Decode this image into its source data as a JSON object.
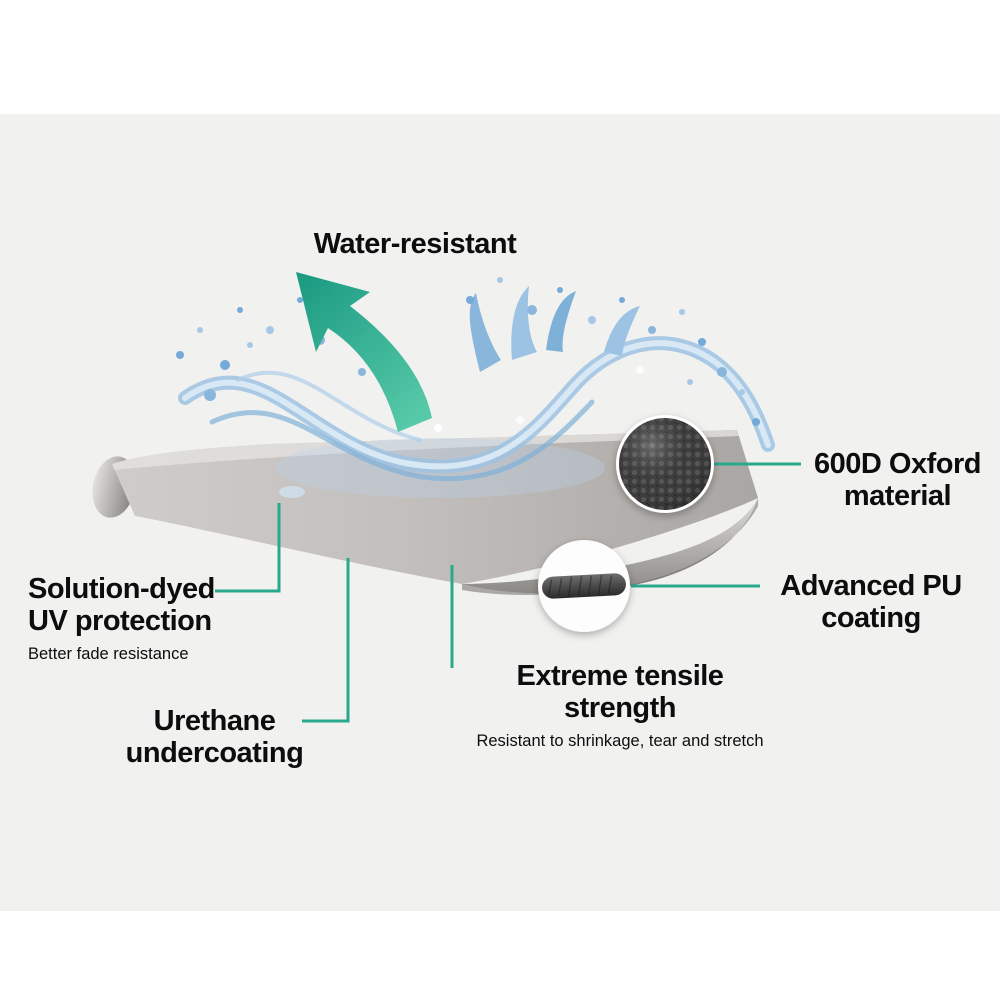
{
  "page": {
    "background": "#ffffff",
    "panel_background": "#f1f1ef",
    "accent_color": "#2aa88c",
    "water_color": "#7fb0d8",
    "fabric_color": "#b5b2af",
    "text_color": "#0d0d0d"
  },
  "callouts": {
    "water_resistant": {
      "label": "Water-resistant"
    },
    "oxford": {
      "line1": "600D Oxford",
      "line2": "material"
    },
    "pu": {
      "line1": "Advanced PU",
      "line2": "coating"
    },
    "uv": {
      "line1": "Solution-dyed",
      "line2": "UV protection",
      "subtitle": "Better fade resistance"
    },
    "urethane": {
      "line1": "Urethane",
      "line2": "undercoating"
    },
    "tensile": {
      "line1": "Extreme tensile",
      "line2": "strength",
      "subtitle": "Resistant to shrinkage, tear and stretch"
    }
  }
}
